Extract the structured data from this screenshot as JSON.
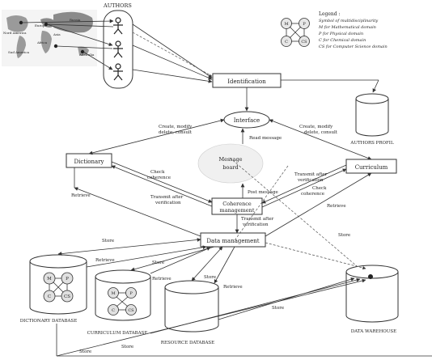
{
  "authors_label": "AUTHORS",
  "legend": {
    "title": "Legend :",
    "lines": [
      "Symbol of multidisciplinarity",
      "M for Mathematical domain",
      "P for Physical domain",
      "C for Chemical domain",
      "CS for Computer Science domain"
    ],
    "nodes": [
      "M",
      "P",
      "C",
      "CS"
    ]
  },
  "map_labels": [
    "Nord America",
    "Europe",
    "Russia",
    "Asia",
    "Sud America",
    "Africa",
    "Australia"
  ],
  "nodes": {
    "identification": "Identification",
    "interface": "Interface",
    "dictionary": "Dictionary",
    "message_board_1": "Message",
    "message_board_2": "board",
    "curriculum": "Curriculum",
    "coherence_1": "Coherence",
    "coherence_2": "management",
    "data_management": "Data management"
  },
  "edges": {
    "create_left_1": "Create, modify",
    "create_left_2": "delete, consult",
    "create_right_1": "Create, modify",
    "create_right_2": "delete, consult",
    "read_message": "Read message",
    "post_message": "Post message",
    "check_left_1": "Check",
    "check_left_2": "coherence",
    "check_right_1": "Check",
    "check_right_2": "coherence",
    "transmit_left_1": "Transmit after",
    "transmit_left_2": "verification",
    "transmit_right_1": "Transmit after",
    "transmit_right_2": "verification",
    "transmit_down_1": "Transmit after",
    "transmit_down_2": "verification",
    "retrieve": "Retrieve",
    "store": "Store"
  },
  "databases": {
    "authors_profil": "AUTHORS PROFIL",
    "dictionary_db": "DICTIONARY DATABASE",
    "curriculum_db": "CURRICULUM DATABASE",
    "resource_db": "RESOURCE DATABASE",
    "data_warehouse": "DATA WAREHOUSE"
  }
}
